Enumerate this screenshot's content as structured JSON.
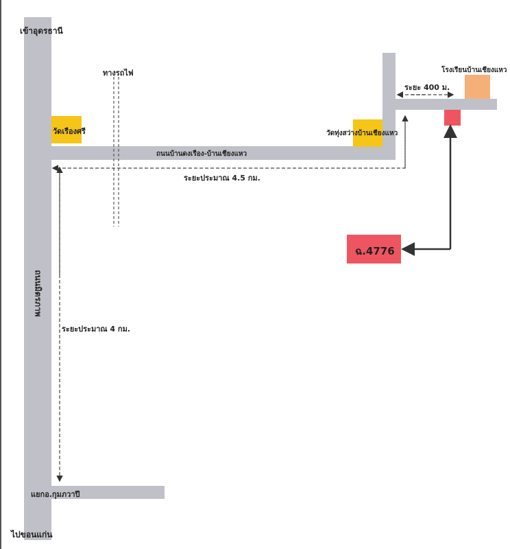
{
  "map": {
    "title_marker": "ฉ.4776",
    "roads": {
      "main_road_name": "ถนนมิตรภาพ",
      "branch_road_name": "ถนนบ้านดงเรือง-บ้านเชียงแหว",
      "junction_name": "แยกอ.กุมภวาปี"
    },
    "directions": {
      "north": "เข้าอุดรธานี",
      "south": "ไปขอนแก่น"
    },
    "landmarks": {
      "railway": "ทางรถไฟ",
      "temple_1": "วัดเรืองศรี",
      "temple_2": "วัดทุ่งสว่างบ้านเชียงแหว",
      "school": "โรงเรียนบ้านเชียงแหว"
    },
    "distances": {
      "main_road": "ระยะประมาณ 4 กม.",
      "branch_road": "ระยะประมาณ 4.5 กม.",
      "spur": "ระยะ 400 ม."
    },
    "colors": {
      "road": "#c0c0c8",
      "temple": "#f5c518",
      "school": "#f5b07a",
      "target": "#ee5560"
    }
  }
}
